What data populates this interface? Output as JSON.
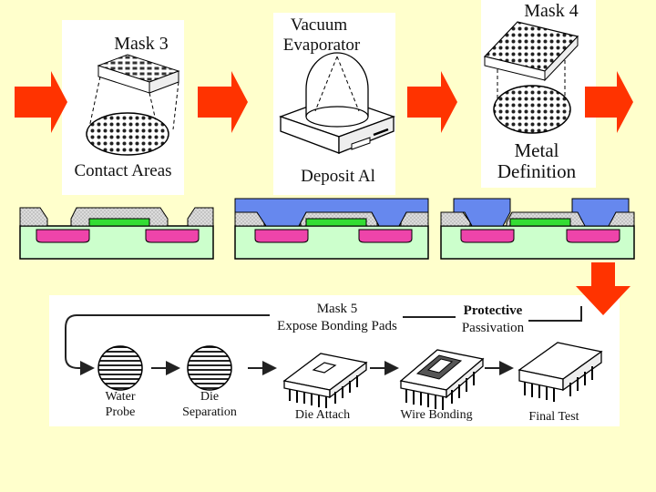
{
  "colors": {
    "background": "#ffffcc",
    "arrow": "#ff3300",
    "oxide": "#dcdcdc",
    "metal": "#6688ee",
    "gate": "#33dd33",
    "diffusion": "#ee44aa",
    "substrate": "#ccffcc"
  },
  "steps": {
    "mask3": {
      "title": "Mask 3",
      "caption": "Contact Areas"
    },
    "evaporator": {
      "title_line1": "Vacuum",
      "title_line2": "Evaporator",
      "caption": "Deposit Al"
    },
    "mask4": {
      "title": "Mask 4",
      "caption_line1": "Metal",
      "caption_line2": "Definition"
    }
  },
  "packaging": {
    "mask5_line1": "Mask 5",
    "mask5_line2": "Expose Bonding Pads",
    "passivation_line1": "Protective",
    "passivation_line2": "Passivation",
    "stages": [
      {
        "line1": "Water",
        "line2": "Probe"
      },
      {
        "line1": "Die",
        "line2": "Separation"
      },
      {
        "line1": "Die Attach",
        "line2": ""
      },
      {
        "line1": "Wire Bonding",
        "line2": ""
      },
      {
        "line1": "Final Test",
        "line2": ""
      }
    ]
  }
}
